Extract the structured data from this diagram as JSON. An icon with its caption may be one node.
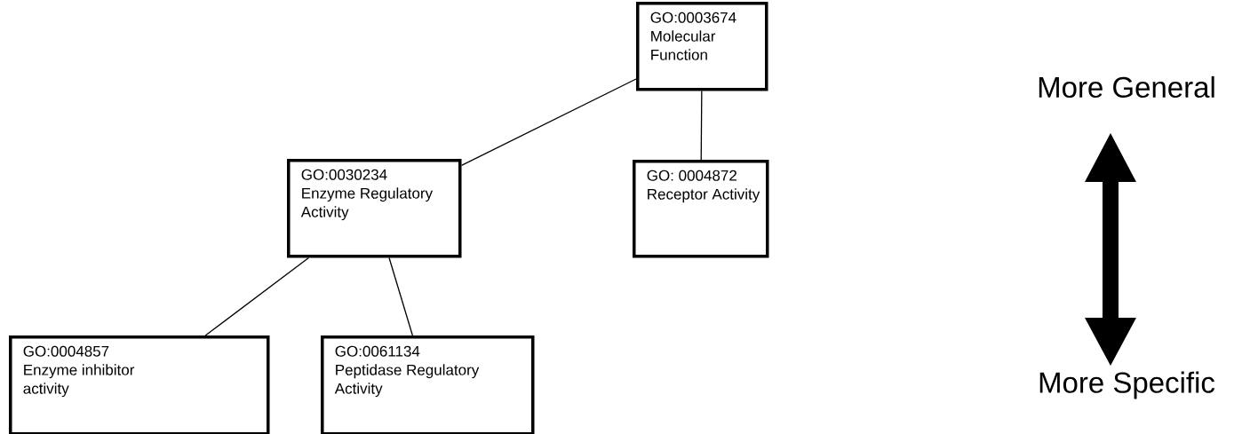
{
  "diagram": {
    "nodes": [
      {
        "text": [
          "GO:0003674",
          "Molecular Function"
        ]
      },
      {
        "text": [
          "GO:0030234",
          "Enzyme Regulatory Activity"
        ]
      },
      {
        "text": [
          "GO: 0004872",
          "Receptor Activity"
        ]
      },
      {
        "text": [
          "GO:0004857",
          "Enzyme inhibitor activity"
        ]
      },
      {
        "text": [
          "GO:0061134",
          "Peptidase Regulatory Activity"
        ]
      }
    ],
    "edges": [
      {
        "from": 0,
        "to": 1,
        "arrow": "none"
      },
      {
        "from": 0,
        "to": 2,
        "arrow": "none"
      },
      {
        "from": 1,
        "to": 3,
        "arrow": "none"
      },
      {
        "from": 1,
        "to": 4,
        "arrow": "none"
      }
    ],
    "labels": [
      "More General",
      "More Specific"
    ]
  }
}
